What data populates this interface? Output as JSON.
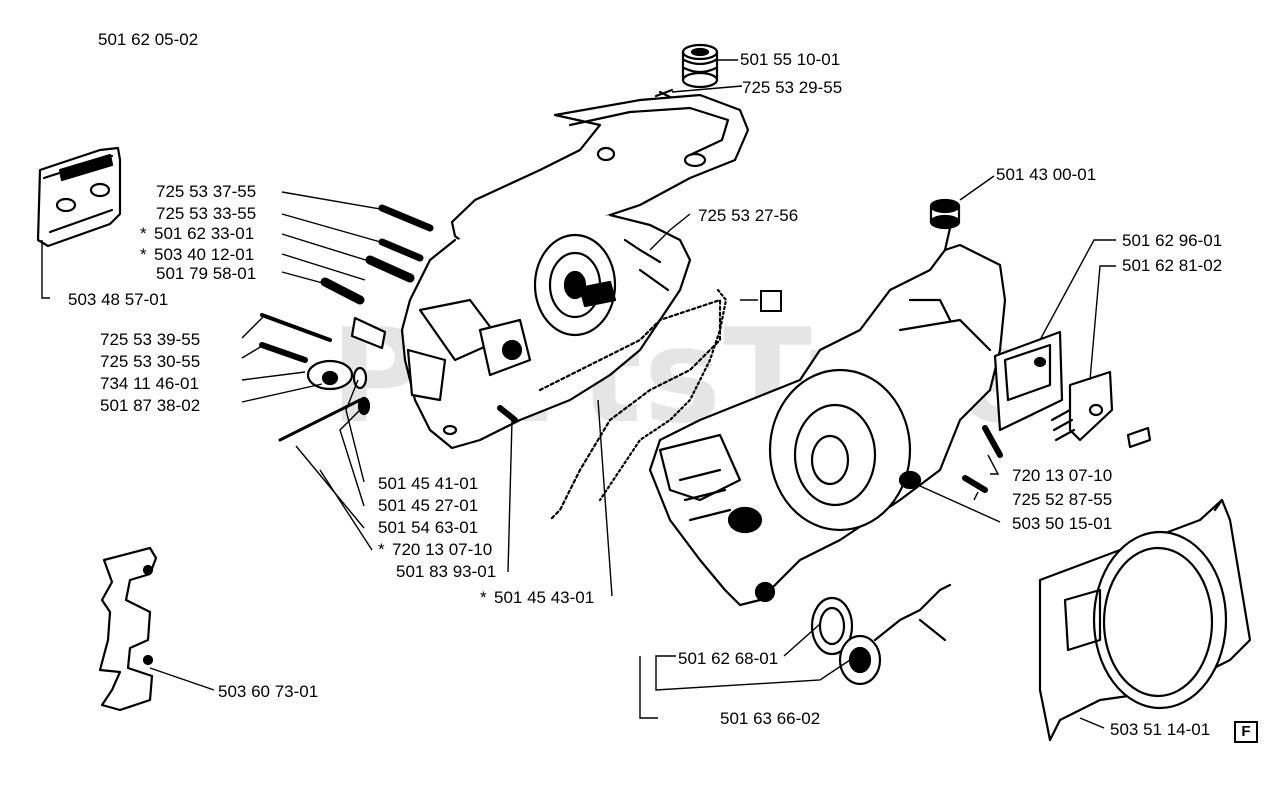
{
  "diagram": {
    "header_number": "501 62 05-02",
    "watermark": "PartsTree",
    "page_marker": "F",
    "part_labels": [
      {
        "id": "p1",
        "text": "501 55 10-01",
        "star": false
      },
      {
        "id": "p2",
        "text": "725 53 29-55",
        "star": false
      },
      {
        "id": "p3",
        "text": "725 53 37-55",
        "star": false
      },
      {
        "id": "p4",
        "text": "725 53 33-55",
        "star": false
      },
      {
        "id": "p5",
        "text": "501 62 33-01",
        "star": true
      },
      {
        "id": "p6",
        "text": "503 40 12-01",
        "star": true
      },
      {
        "id": "p7",
        "text": "501 79 58-01",
        "star": false
      },
      {
        "id": "p8",
        "text": "503 48 57-01",
        "star": false
      },
      {
        "id": "p9",
        "text": "725 53 27-56",
        "star": false
      },
      {
        "id": "p10",
        "text": "725 53 39-55",
        "star": false
      },
      {
        "id": "p11",
        "text": "725 53 30-55",
        "star": false
      },
      {
        "id": "p12",
        "text": "734 11 46-01",
        "star": false
      },
      {
        "id": "p13",
        "text": "501 87 38-02",
        "star": false
      },
      {
        "id": "p14",
        "text": "501 45 41-01",
        "star": false
      },
      {
        "id": "p15",
        "text": "501 45 27-01",
        "star": false
      },
      {
        "id": "p16",
        "text": "501 54 63-01",
        "star": false
      },
      {
        "id": "p17",
        "text": "720 13 07-10",
        "star": true
      },
      {
        "id": "p18",
        "text": "501 83 93-01",
        "star": false
      },
      {
        "id": "p19",
        "text": "501 45 43-01",
        "star": true
      },
      {
        "id": "p20",
        "text": "501 43 00-01",
        "star": false
      },
      {
        "id": "p21",
        "text": "501 62 96-01",
        "star": false
      },
      {
        "id": "p22",
        "text": "501 62 81-02",
        "star": false
      },
      {
        "id": "p23",
        "text": "720 13 07-10",
        "star": false
      },
      {
        "id": "p24",
        "text": "725 52 87-55",
        "star": false
      },
      {
        "id": "p25",
        "text": "503 50 15-01",
        "star": false
      },
      {
        "id": "p26",
        "text": "501 62 68-01",
        "star": false
      },
      {
        "id": "p27",
        "text": "501 63 66-02",
        "star": false
      },
      {
        "id": "p28",
        "text": "503 60 73-01",
        "star": false
      },
      {
        "id": "p29",
        "text": "503 51 14-01",
        "star": false
      }
    ]
  }
}
